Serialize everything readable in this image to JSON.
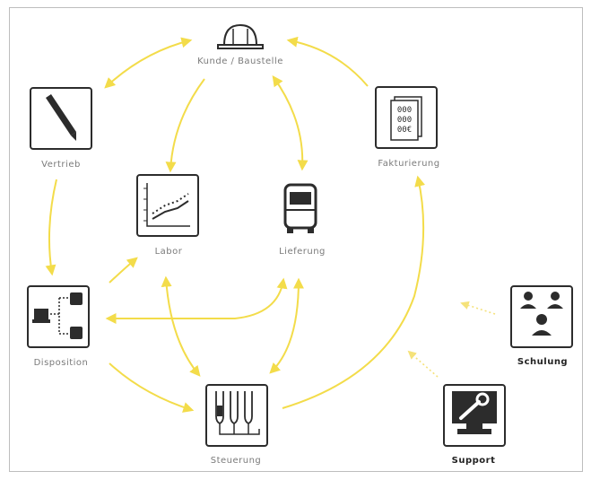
{
  "nodes": {
    "kunde": "Kunde / Baustelle",
    "vertrieb": "Vertrieb",
    "labor": "Labor",
    "lieferung": "Lieferung",
    "fakturierung": "Fakturierung",
    "disposition": "Disposition",
    "steuerung": "Steuerung",
    "schulung": "Schulung",
    "support": "Support"
  },
  "invoice_rows": [
    "000",
    "000",
    "00€"
  ],
  "colors": {
    "flow": "#f3dc4a",
    "support_flow": "#f5e27a",
    "icon": "#2c2c2c",
    "label": "#7a7a7a"
  }
}
